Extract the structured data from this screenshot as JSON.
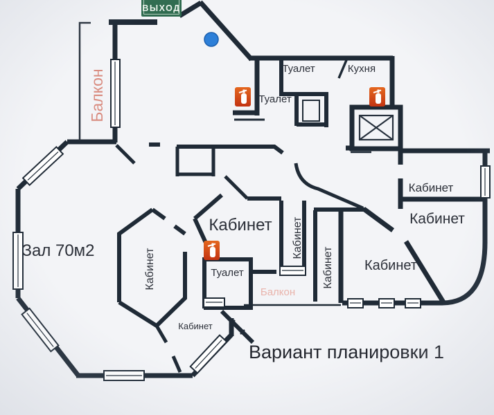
{
  "title": "Вариант планировки 1",
  "exit_sign": "ВЫХОД",
  "rooms": {
    "hall": "Зал 70м2",
    "balcony_left": "Балкон",
    "balcony_center": "Балкон",
    "kitchen": "Кухня",
    "toilet_top": "Туалет",
    "toilet_entry": "Туалет",
    "toilet_center": "Туалет",
    "office_center": "Кабинет",
    "office_strip_1": "Кабинет",
    "office_strip_2": "Кабинет",
    "office_hex": "Кабинет",
    "office_right_1": "Кабинет",
    "office_right_2": "Кабинет",
    "office_bottom_right": "Кабинет",
    "office_small": "Кабинет"
  },
  "icons": {
    "fire_extinguisher_count": "3",
    "elevator": "elevator-shaft",
    "marker": "blue-marker"
  },
  "colors": {
    "wall": "#1f2a36",
    "background": "#f3f4f7",
    "exit_green": "#2f6b4f",
    "exit_text": "#eef5ee",
    "balcony_left_text": "#d98c80",
    "balcony_center_text": "#e9b3ab",
    "marker_blue": "#2d7fd8",
    "extinguisher_red": "#d23f16",
    "label_dark": "#2b2f38"
  }
}
